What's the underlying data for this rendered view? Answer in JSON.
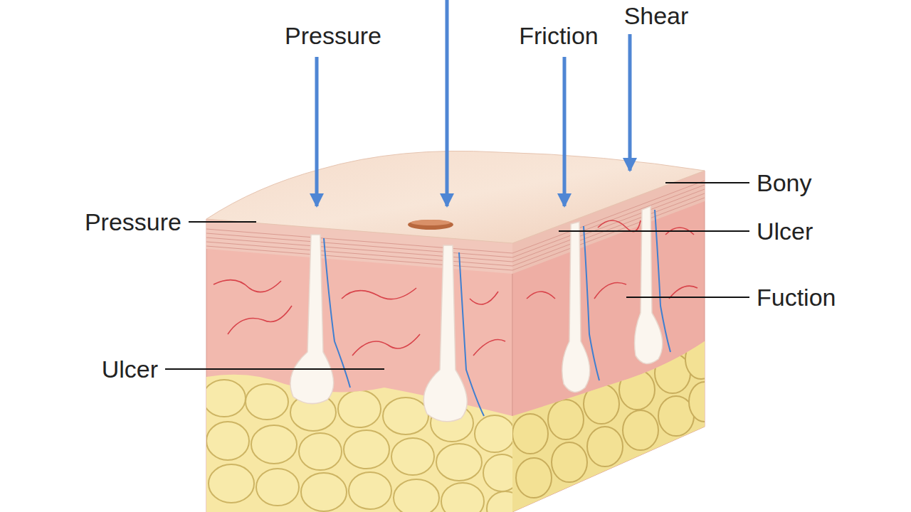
{
  "diagram": {
    "labels": [
      "Shear",
      "Pressure",
      "Friction",
      "Bony",
      "Pressure",
      "Ulcer",
      "Fuction",
      "Ulcer"
    ]
  }
}
